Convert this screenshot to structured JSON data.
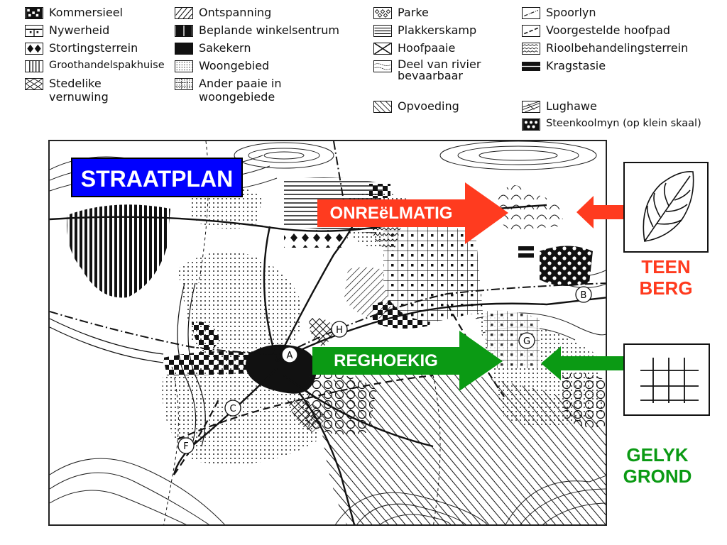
{
  "legend": {
    "items": [
      {
        "label": "Kommersieel",
        "icon": "commercial-swatch-icon"
      },
      {
        "label": "Nywerheid",
        "icon": "industry-swatch-icon"
      },
      {
        "label": "Stortingsterrein",
        "icon": "dump-site-swatch-icon"
      },
      {
        "label": "Groothandelspakhuise",
        "icon": "wholesale-warehouse-swatch-icon"
      },
      {
        "label": "Stedelike vernuwing",
        "icon": "urban-renewal-swatch-icon"
      },
      {
        "label": "Ontspanning",
        "icon": "recreation-swatch-icon"
      },
      {
        "label": "Beplande winkelsentrum",
        "icon": "planned-shopping-centre-swatch-icon"
      },
      {
        "label": "Sakekern",
        "icon": "business-core-swatch-icon"
      },
      {
        "label": "Woongebied",
        "icon": "residential-area-swatch-icon"
      },
      {
        "label": "Ander paaie in woongebiede",
        "icon": "residential-roads-swatch-icon"
      },
      {
        "label": "Parke",
        "icon": "parks-swatch-icon"
      },
      {
        "label": "Plakkerskamp",
        "icon": "squatter-camp-swatch-icon"
      },
      {
        "label": "Hoofpaaie",
        "icon": "main-roads-swatch-icon"
      },
      {
        "label": "Deel van rivier bevaarbaar",
        "icon": "navigable-river-swatch-icon"
      },
      {
        "label": "Opvoeding",
        "icon": "education-swatch-icon"
      },
      {
        "label": "Spoorlyn",
        "icon": "railway-swatch-icon"
      },
      {
        "label": "Voorgestelde hoofpad",
        "icon": "proposed-main-road-swatch-icon"
      },
      {
        "label": "Rioolbehandelingsterrein",
        "icon": "sewage-works-swatch-icon"
      },
      {
        "label": "Kragstasie",
        "icon": "power-station-swatch-icon"
      },
      {
        "label": "Lughawe",
        "icon": "airport-swatch-icon"
      },
      {
        "label": "Steenkoolmyn (op klein skaal)",
        "icon": "coal-mine-swatch-icon"
      }
    ]
  },
  "map": {
    "title": "STRAATPLAN",
    "markers": [
      "A",
      "B",
      "C",
      "F",
      "G",
      "H"
    ]
  },
  "callouts": {
    "irregular": {
      "label": "ONREëLMATIG",
      "side_label": "TEEN BERG",
      "color": "#ff3b1f",
      "icon": "leaf-vein-pattern-icon"
    },
    "grid": {
      "label": "REGHOEKIG",
      "side_label": "GELYK GROND",
      "color": "#0b9a14",
      "icon": "grid-pattern-icon"
    }
  },
  "colors": {
    "title_bg": "#0000ff",
    "title_text": "#ffffff"
  }
}
